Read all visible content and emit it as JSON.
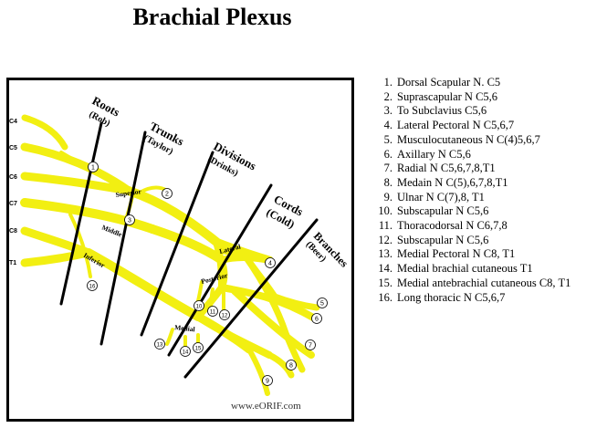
{
  "title": "Brachial Plexus",
  "colors": {
    "nerve": "#f2ef12",
    "nerve_edge": "#9a9400",
    "frame": "#000000",
    "text": "#000000"
  },
  "diagram": {
    "sections": [
      {
        "name": "Roots",
        "mnemonic": "(Rob)"
      },
      {
        "name": "Trunks",
        "mnemonic": "(Taylor)"
      },
      {
        "name": "Divisions",
        "mnemonic": "(Drinks)"
      },
      {
        "name": "Cords",
        "mnemonic": "(Cold)"
      },
      {
        "name": "Branches",
        "mnemonic": "(Beer)"
      }
    ],
    "roots": [
      "C4",
      "C5",
      "C6",
      "C7",
      "C8",
      "T1"
    ],
    "trunks": [
      "Superior",
      "Middle",
      "Inferior"
    ],
    "cords": [
      "Lateral",
      "Posterior",
      "Medial"
    ],
    "watermark": "www.eORIF.com"
  },
  "legend": [
    {
      "num": "1.",
      "text": "Dorsal Scapular N. C5"
    },
    {
      "num": "2.",
      "text": "Suprascapular N C5,6"
    },
    {
      "num": "3.",
      "text": "To Subclavius C5,6"
    },
    {
      "num": "4.",
      "text": "Lateral Pectoral N C5,6,7"
    },
    {
      "num": "5.",
      "text": "Musculocutaneous N C(4)5,6,7"
    },
    {
      "num": "6.",
      "text": "Axillary N C5,6"
    },
    {
      "num": "7.",
      "text": "Radial N C5,6,7,8,T1"
    },
    {
      "num": "8.",
      "text": "Medain N C(5),6,7,8,T1"
    },
    {
      "num": "9.",
      "text": "Ulnar N C(7),8, T1"
    },
    {
      "num": "10.",
      "text": "Subscapular N C5,6"
    },
    {
      "num": "11.",
      "text": "Thoracodorsal N C6,7,8"
    },
    {
      "num": "12.",
      "text": "Subscapular N C5,6"
    },
    {
      "num": "13.",
      "text": "Medial Pectoral N C8, T1"
    },
    {
      "num": "14.",
      "text": "Medial brachial cutaneous T1"
    },
    {
      "num": "15.",
      "text": "Medial antebrachial cutaneous C8, T1"
    },
    {
      "num": "16.",
      "text": "Long thoracic N C5,6,7"
    }
  ]
}
